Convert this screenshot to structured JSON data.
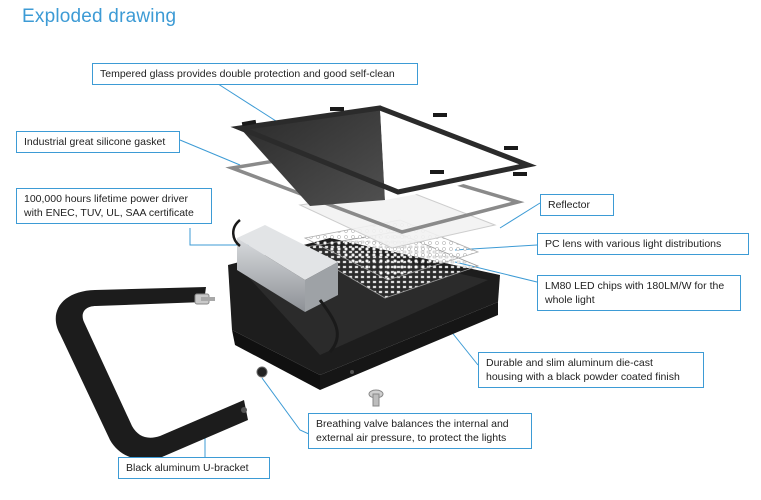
{
  "title": "Exploded drawing",
  "callouts": {
    "tempered_glass": "Tempered glass provides double protection and good self-clean",
    "silicone_gasket": "Industrial great silicone gasket",
    "power_driver_line1": "100,000 hours lifetime power driver",
    "power_driver_line2": "with ENEC, TUV, UL, SAA certificate",
    "reflector": "Reflector",
    "pc_lens": "PC lens with various light distributions",
    "led_chips_line1": "LM80 LED chips with 180LM/W for the",
    "led_chips_line2": "whole light",
    "housing_line1": "Durable and slim aluminum die-cast",
    "housing_line2": "housing with a black powder coated finish",
    "breathing_valve_line1": "Breathing valve balances the internal and",
    "breathing_valve_line2": "external air pressure, to protect the lights",
    "u_bracket": "Black aluminum U-bracket"
  },
  "colors": {
    "accent": "#3d9bd5",
    "housing": "#1d1d1d",
    "driver": "#b9bcc0"
  }
}
